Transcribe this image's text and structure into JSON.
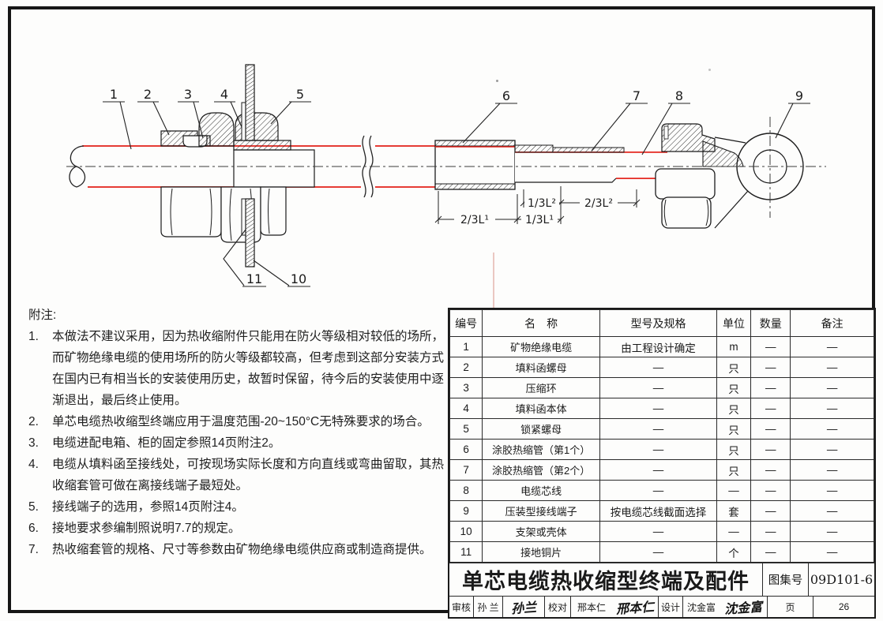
{
  "page": {
    "bg": "#fdfdfc",
    "border_color": "#161616"
  },
  "diagram": {
    "colors": {
      "cable_red": "#e32119",
      "line": "#1c1c1c",
      "fold_line": "#dfa49c"
    },
    "callouts": [
      {
        "label": "1"
      },
      {
        "label": "2"
      },
      {
        "label": "3"
      },
      {
        "label": "4"
      },
      {
        "label": "5"
      },
      {
        "label": "6"
      },
      {
        "label": "7"
      },
      {
        "label": "8"
      },
      {
        "label": "9"
      },
      {
        "label": "10"
      },
      {
        "label": "11"
      }
    ],
    "dimensions": {
      "d1": "2/3L¹",
      "d2": "1/3L¹",
      "d3": "1/3L²",
      "d4": "2/3L²"
    }
  },
  "notes": {
    "heading": "附注:",
    "items": [
      {
        "num": "1.",
        "text": "本做法不建议采用，因为热收缩附件只能用在防火等级相对较低的场所，而矿物绝缘电缆的使用场所的防火等级都较高，但考虑到这部分安装方式在国内已有相当长的安装使用历史，故暂时保留，待今后的安装使用中逐渐退出，最后终止使用。"
      },
      {
        "num": "2.",
        "text": "单芯电缆热收缩型终端应用于温度范围-20~150°C无特殊要求的场合。"
      },
      {
        "num": "3.",
        "text": "电缆进配电箱、柜的固定参照14页附注2。"
      },
      {
        "num": "4.",
        "text": "电缆从填料函至接线处，可按现场实际长度和方向直线或弯曲留取，其热收缩套管可做在离接线端子最短处。"
      },
      {
        "num": "5.",
        "text": "接线端子的选用，参照14页附注4。"
      },
      {
        "num": "6.",
        "text": "接地要求参编制照说明7.7的规定。"
      },
      {
        "num": "7.",
        "text": "热收缩套管的规格、尺寸等参数由矿物绝缘电缆供应商或制造商提供。"
      }
    ]
  },
  "table": {
    "headers": {
      "no": "编号",
      "name": "名　称",
      "spec": "型号及规格",
      "unit": "单位",
      "qty": "数量",
      "remark": "备注"
    },
    "rows": [
      {
        "no": "1",
        "name": "矿物绝缘电缆",
        "spec": "由工程设计确定",
        "unit": "m",
        "qty": "—",
        "remark": "—"
      },
      {
        "no": "2",
        "name": "填料函螺母",
        "spec": "—",
        "unit": "只",
        "qty": "—",
        "remark": "—"
      },
      {
        "no": "3",
        "name": "压缩环",
        "spec": "—",
        "unit": "只",
        "qty": "—",
        "remark": "—"
      },
      {
        "no": "4",
        "name": "填料函本体",
        "spec": "—",
        "unit": "只",
        "qty": "—",
        "remark": "—"
      },
      {
        "no": "5",
        "name": "锁紧螺母",
        "spec": "—",
        "unit": "只",
        "qty": "—",
        "remark": "—"
      },
      {
        "no": "6",
        "name": "涂胶热缩管（第1个）",
        "spec": "—",
        "unit": "只",
        "qty": "—",
        "remark": "—"
      },
      {
        "no": "7",
        "name": "涂胶热缩管（第2个）",
        "spec": "—",
        "unit": "只",
        "qty": "—",
        "remark": "—"
      },
      {
        "no": "8",
        "name": "电缆芯线",
        "spec": "—",
        "unit": "—",
        "qty": "—",
        "remark": "—"
      },
      {
        "no": "9",
        "name": "压装型接线端子",
        "spec": "按电缆芯线截面选择",
        "unit": "套",
        "qty": "—",
        "remark": "—"
      },
      {
        "no": "10",
        "name": "支架或壳体",
        "spec": "—",
        "unit": "—",
        "qty": "—",
        "remark": "—"
      },
      {
        "no": "11",
        "name": "接地铜片",
        "spec": "—",
        "unit": "个",
        "qty": "—",
        "remark": "—"
      }
    ]
  },
  "titleblock": {
    "title": "单芯电缆热收缩型终端及配件",
    "atlas_label": "图集号",
    "atlas_no": "09D101-6",
    "page_label": "页",
    "page_no": "26",
    "review_label": "审核",
    "reviewer": "孙 兰",
    "reviewer_sig": "孙兰",
    "proof_label": "校对",
    "proofreader": "邢本仁",
    "proofreader_sig": "邢本仁",
    "design_label": "设计",
    "designer": "沈金富",
    "designer_sig": "沈金富"
  }
}
